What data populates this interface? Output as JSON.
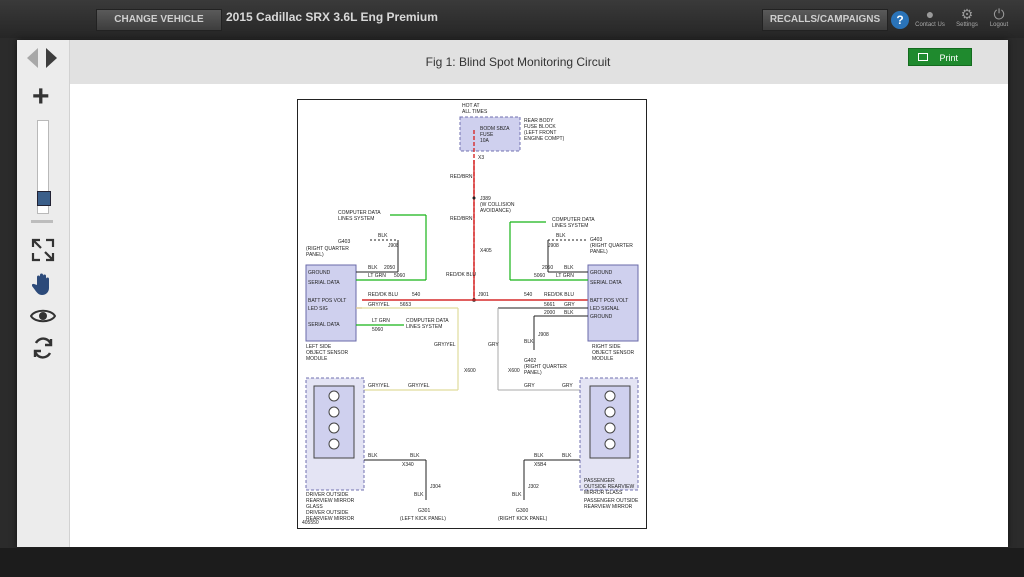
{
  "topbar": {
    "change_vehicle": "CHANGE VEHICLE",
    "vehicle": "2015 Cadillac SRX 3.6L Eng Premium",
    "recalls": "RECALLS/CAMPAIGNS",
    "help": "?",
    "contact_label": "Contact Us",
    "settings_label": "Settings",
    "logout_label": "Logout"
  },
  "modal": {
    "title": "Fig 1: Blind Spot Monitoring Circuit",
    "print_label": "Print",
    "close_glyph": "✕"
  },
  "rail_icons": [
    "arrow-left-icon",
    "arrow-right-icon",
    "zoom-in-icon",
    "zoom-slider",
    "zoom-out-icon",
    "fit-screen-icon",
    "pan-hand-icon",
    "view-eye-icon",
    "refresh-icon"
  ],
  "diagram": {
    "hot_at": "HOT AT",
    "all_times": "ALL TIMES",
    "fuse_block_1": "REAR BODY",
    "fuse_block_2": "FUSE BLOCK",
    "fuse_block_3": "(LEFT FRONT",
    "fuse_block_4": "ENGINE COMPT)",
    "fuse_name": "BODM SBZA",
    "fuse_2": "FUSE",
    "fuse_amp": "10A",
    "connector_x3": "X3",
    "wire_red_brn": "RED/BRN",
    "j389": "J389",
    "j389_desc_1": "(W COLLISION",
    "j389_desc_2": "AVOIDANCE)",
    "red_brn_2": "RED/BRN",
    "x405": "X405",
    "red_dk_blu": "RED/DK BLU",
    "comp_data_1": "COMPUTER DATA",
    "comp_data_2": "LINES SYSTEM",
    "blk": "BLK",
    "g403": "G403",
    "j908": "J908",
    "right_quarter_1": "(RIGHT QUARTER",
    "right_quarter_2": "PANEL)",
    "left_module_1": "LEFT SIDE",
    "left_module_2": "OBJECT SENSOR",
    "left_module_3": "MODULE",
    "right_module_1": "RIGHT SIDE",
    "right_module_2": "OBJECT SENSOR",
    "right_module_3": "MODULE",
    "ground": "GROUND",
    "serial_data": "SERIAL DATA",
    "batt_pos": "BATT POS VOLT",
    "led_sig": "LED SIG",
    "led_signal": "LED SIGNAL",
    "lt_grn": "LT GRN",
    "n2050": "2050",
    "n5060": "5060",
    "n540": "540",
    "n5653": "5653",
    "n5661": "5661",
    "n2000": "2000",
    "gry_yel": "GRY/YEL",
    "gry": "GRY",
    "x600": "X600",
    "g402": "G402",
    "j901": "J901",
    "driver_mirror_1": "DRIVER OUTSIDE",
    "driver_mirror_2": "REARVIEW MIRROR",
    "driver_mirror_3": "GLASS",
    "driver_mirror_4": "DRIVER OUTSIDE",
    "driver_mirror_5": "REARVIEW MIRROR",
    "pass_mirror_1": "PASSENGER",
    "pass_mirror_2": "OUTSIDE REARVIEW",
    "pass_mirror_3": "MIRROR GLASS",
    "pass_mirror_4": "PASSENGER OUTSIDE",
    "pass_mirror_5": "REARVIEW MIRROR",
    "x340": "X340",
    "x5b4": "X5B4",
    "j304": "J304",
    "j302": "J302",
    "g301": "G301",
    "g300": "G300",
    "left_kick": "(LEFT KICK PANEL)",
    "right_kick": "(RIGHT KICK PANEL)",
    "fig_id": "405550"
  },
  "colors": {
    "red": "#d62b2b",
    "green": "#18b318",
    "yellow": "#e0dc9c",
    "module_fill": "#cfd0ee",
    "print_green": "#1f8a2e"
  }
}
